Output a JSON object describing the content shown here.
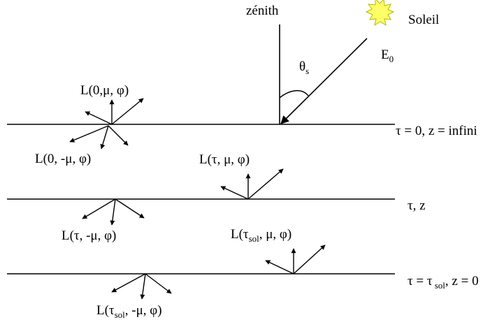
{
  "labels": {
    "zenith": "zénith",
    "sun": "Soleil",
    "e0_main": "E",
    "e0_sub": "0",
    "theta_main": "θ",
    "theta_sub": "s",
    "top_down": "L(0, -μ, φ)",
    "top_up": "L(0,μ, φ)",
    "mid_up": "L(τ, μ, φ)",
    "mid_down": "L(τ, -μ, φ)",
    "sol_up_a": "L(τ",
    "sol_up_sub": "sol",
    "sol_up_b": ", μ, φ)",
    "sol_down_a": "L(τ",
    "sol_down_sub": "sol",
    "sol_down_b": ", -μ, φ)"
  },
  "layers": {
    "top": "τ = 0, z = infini",
    "mid": "τ, z",
    "bottom_a": "τ = τ",
    "bottom_sub": " sol",
    "bottom_b": ", z = 0"
  },
  "colors": {
    "line": "#000000",
    "sun_fill": "#ffff66",
    "sun_stroke": "#b8b800"
  }
}
